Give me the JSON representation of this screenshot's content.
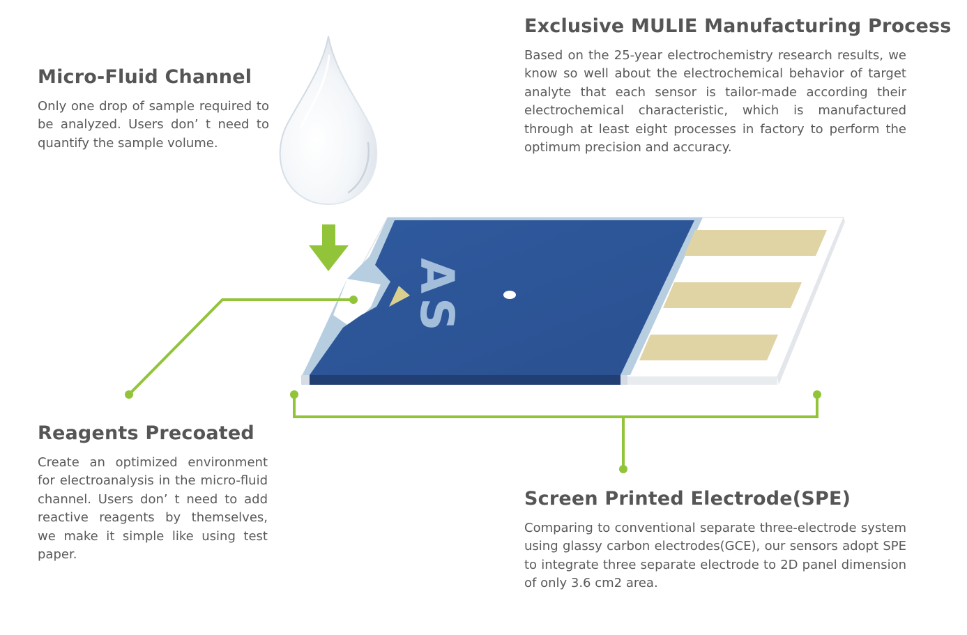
{
  "features": {
    "micro_fluid": {
      "title": "Micro-Fluid Channel",
      "body": "Only one drop of sample required to be analyzed. Users don’ t need to quantify the sample volume."
    },
    "reagents": {
      "title": "Reagents Precoated",
      "body": "Create an optimized environment for electroanalysis in the micro-flu­id channel. Users don’ t need to add reactive reagents by them­selves, we make it simple like using test paper."
    },
    "mulie": {
      "title": "Exclusive MULIE Manufacturing Process",
      "body": "Based on the 25-year electrochemistry research results, we know so well about the electrochemical behavior of target analyte that each sensor is tailor-made according their electrochemical characteristic, which is manufac­tured through at least eight processes in factory to per­form the optimum precision and accuracy."
    },
    "spe": {
      "title": "Screen Printed Electrode(SPE)",
      "body": "Comparing to conventional separate three-electrode system using glassy carbon electrodes(GCE), our sensors adopt SPE to integrate three separate electrode to 2D panel dimension of only 3.6 cm2 area."
    }
  },
  "sensor": {
    "logo_text": "AS"
  },
  "colors": {
    "accent_green": "#92c43a",
    "sensor_blue": "#2d5698",
    "electrode_gold": "#e0d3a4",
    "heading_gray": "#555555",
    "body_gray": "#595959"
  },
  "icons": {
    "drop": "water-drop-icon",
    "arrow": "down-arrow-icon"
  }
}
